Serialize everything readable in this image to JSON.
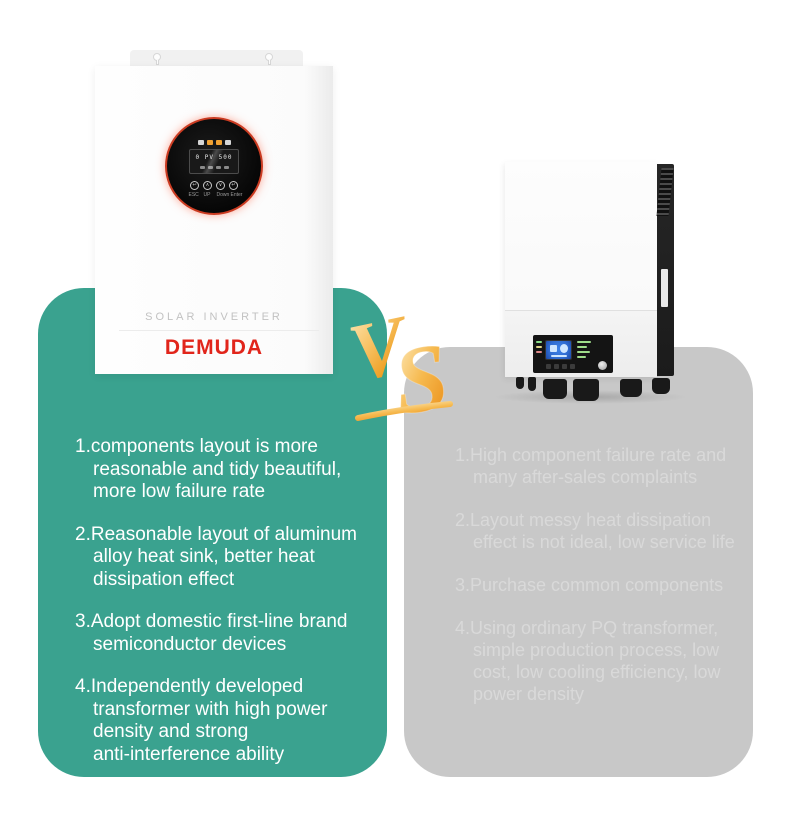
{
  "colors": {
    "teal": "#3aa28f",
    "gray-card": "#c8c8c8",
    "left-text": "#ffffff",
    "right-text": "#d9d9d9",
    "brand-red": "#e1251b",
    "muted-label": "#c2c2c2",
    "gold": "#f0a632",
    "lcd-blue": "#2f6bd0"
  },
  "left_product": {
    "label": "SOLAR INVERTER",
    "brand": "DEMUDA",
    "display": {
      "lcd_text": "0 PV 500",
      "indicators": [
        "#d6d6d6",
        "#f0a132",
        "#f0a132",
        "#d6d6d6"
      ],
      "buttons": [
        "ESC",
        "UP",
        "Down",
        "Enter"
      ]
    }
  },
  "vs": {
    "v": "V",
    "s": "S"
  },
  "left_card": {
    "items": [
      [
        "1.components layout is more",
        "reasonable and tidy beautiful,",
        "more low failure rate"
      ],
      [
        "2.Reasonable layout of aluminum",
        "alloy heat sink, better heat",
        "dissipation effect"
      ],
      [
        "3.Adopt domestic first-line brand",
        "semiconductor devices"
      ],
      [
        "4.Independently developed",
        "transformer with high power",
        "density and strong",
        "anti-interference ability"
      ]
    ]
  },
  "right_card": {
    "items": [
      [
        "1.High component failure rate and",
        "many after-sales complaints"
      ],
      [
        "2.Layout messy heat dissipation",
        "effect is not ideal, low service life"
      ],
      [
        "3.Purchase common components"
      ],
      [
        "4.Using ordinary PQ transformer,",
        "simple production process, low",
        "cost, low cooling efficiency, low",
        "power density"
      ]
    ]
  }
}
